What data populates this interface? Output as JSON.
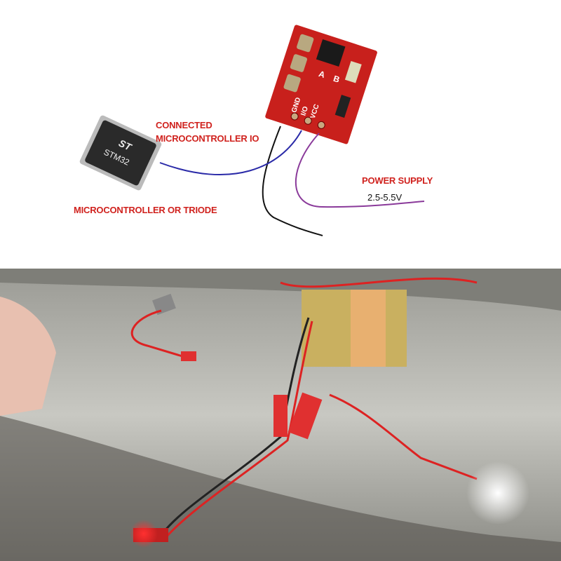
{
  "diagram": {
    "labels": {
      "connected_io_line1": "CONNECTED",
      "connected_io_line2": "MICROCONTROLLER IO",
      "microcontroller": "MICROCONTROLLER OR TRIODE",
      "power_supply": "POWER SUPPLY",
      "voltage": "2.5-5.5V"
    },
    "chip": {
      "brand": "ST",
      "model": "STM32"
    },
    "module_pins": [
      "GND",
      "I/O",
      "VCC"
    ],
    "module_pads": [
      "A",
      "B"
    ],
    "wire_colors": {
      "gnd": "#111111",
      "io": "#2a2aa8",
      "vcc": "#8a3a9a"
    },
    "accent": "#d0221e"
  },
  "photo": {}
}
